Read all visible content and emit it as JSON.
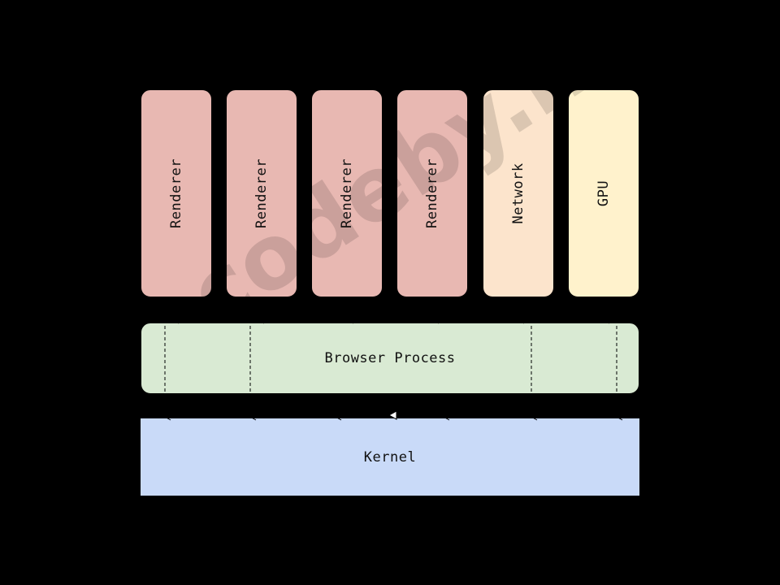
{
  "processes": [
    {
      "label": "Renderer",
      "color": "#e8b8b2"
    },
    {
      "label": "Renderer",
      "color": "#e8b8b2"
    },
    {
      "label": "Renderer",
      "color": "#e8b8b2"
    },
    {
      "label": "Renderer",
      "color": "#e8b8b2"
    },
    {
      "label": "Network",
      "color": "#fce4cc"
    },
    {
      "label": "GPU",
      "color": "#fff2cc"
    }
  ],
  "browser": {
    "label": "Browser Process",
    "color": "#d9ead3"
  },
  "kernel": {
    "label": "Kernel",
    "color": "#c9daf8"
  },
  "watermark": "codeby.net"
}
